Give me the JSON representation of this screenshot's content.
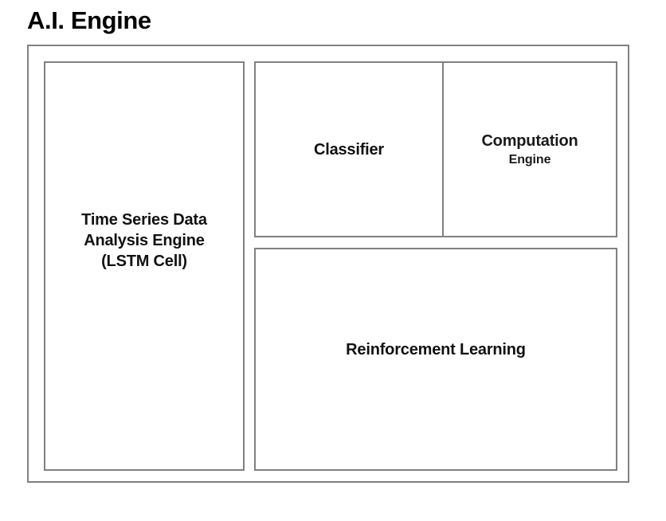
{
  "diagram": {
    "title": "A.I. Engine",
    "type": "block-diagram",
    "background_color": "#ffffff",
    "border_color": "#808080",
    "text_color": "#111111",
    "blocks": {
      "lstm": {
        "line1": "Time Series Data",
        "line2": "Analysis Engine",
        "line3": "(LSTM Cell)"
      },
      "classifier": {
        "label": "Classifier"
      },
      "computation": {
        "line1": "Computation",
        "line2": "Engine"
      },
      "reinforcement": {
        "label": "Reinforcement Learning"
      }
    }
  }
}
